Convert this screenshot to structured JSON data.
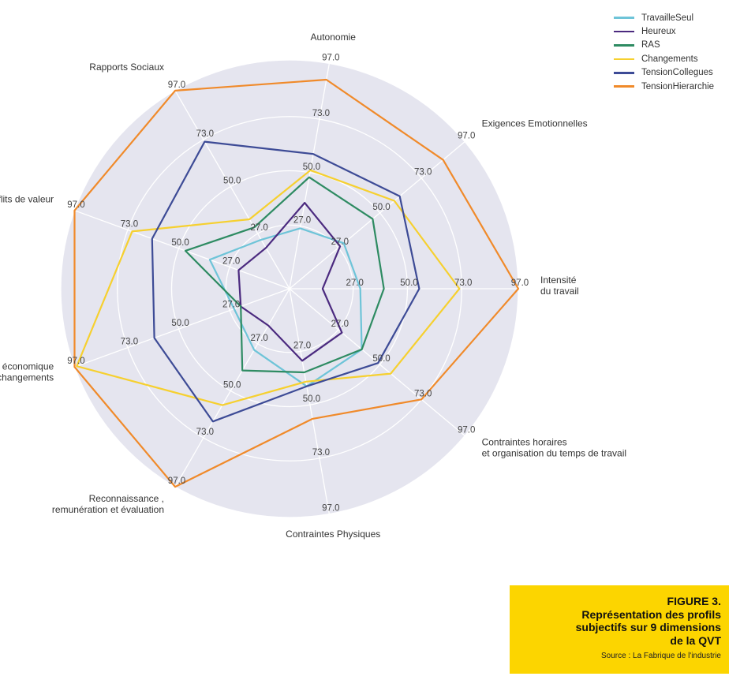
{
  "chart_data": {
    "type": "radar",
    "axes": [
      {
        "label": "Intensité\ndu travail"
      },
      {
        "label": "Exigences Emotionnelles"
      },
      {
        "label": "Autonomie"
      },
      {
        "label": "Rapports Sociaux"
      },
      {
        "label": "Conflits de valeur"
      },
      {
        "label": "Insécurité économique\net ses changements"
      },
      {
        "label": "Reconnaissance ,\nremunération et évaluation"
      },
      {
        "label": "Contraintes Physiques"
      },
      {
        "label": "Contraintes horaires\net organisation du temps de travail"
      }
    ],
    "radial_ticks": [
      27.0,
      50.0,
      73.0,
      97.0
    ],
    "radial_tick_labels": [
      "27.0",
      "50.0",
      "73.0",
      "97.0"
    ],
    "rlim": [
      0,
      97
    ],
    "grid": true,
    "legend_position": "top-right",
    "series": [
      {
        "name": "TravailleSeul",
        "color": "#6ec4d8",
        "values": [
          30,
          30,
          26,
          24,
          36,
          25,
          30,
          42,
          40
        ]
      },
      {
        "name": "Heureux",
        "color": "#4b2a7f",
        "values": [
          14,
          28,
          37,
          20,
          23,
          22,
          18,
          31,
          29
        ]
      },
      {
        "name": "RAS",
        "color": "#2e8b62",
        "values": [
          40,
          46,
          48,
          30,
          47,
          22,
          40,
          36,
          40
        ]
      },
      {
        "name": "Changements",
        "color": "#f6d02f",
        "values": [
          72,
          58,
          51,
          34,
          71,
          96,
          57,
          40,
          56
        ]
      },
      {
        "name": "TensionCollegues",
        "color": "#3d4b96",
        "values": [
          55,
          61,
          58,
          72,
          62,
          61,
          65,
          42,
          49
        ]
      },
      {
        "name": "TensionHierarchie",
        "color": "#f08a2a",
        "values": [
          97,
          85,
          90,
          97,
          97,
          97,
          97,
          56,
          73
        ]
      }
    ]
  },
  "caption": {
    "title": "FIGURE 3.",
    "lines": [
      "Représentation des profils",
      "subjectifs sur 9 dimensions",
      "de la QVT"
    ],
    "source": "Source : La Fabrique de l'industrie"
  }
}
